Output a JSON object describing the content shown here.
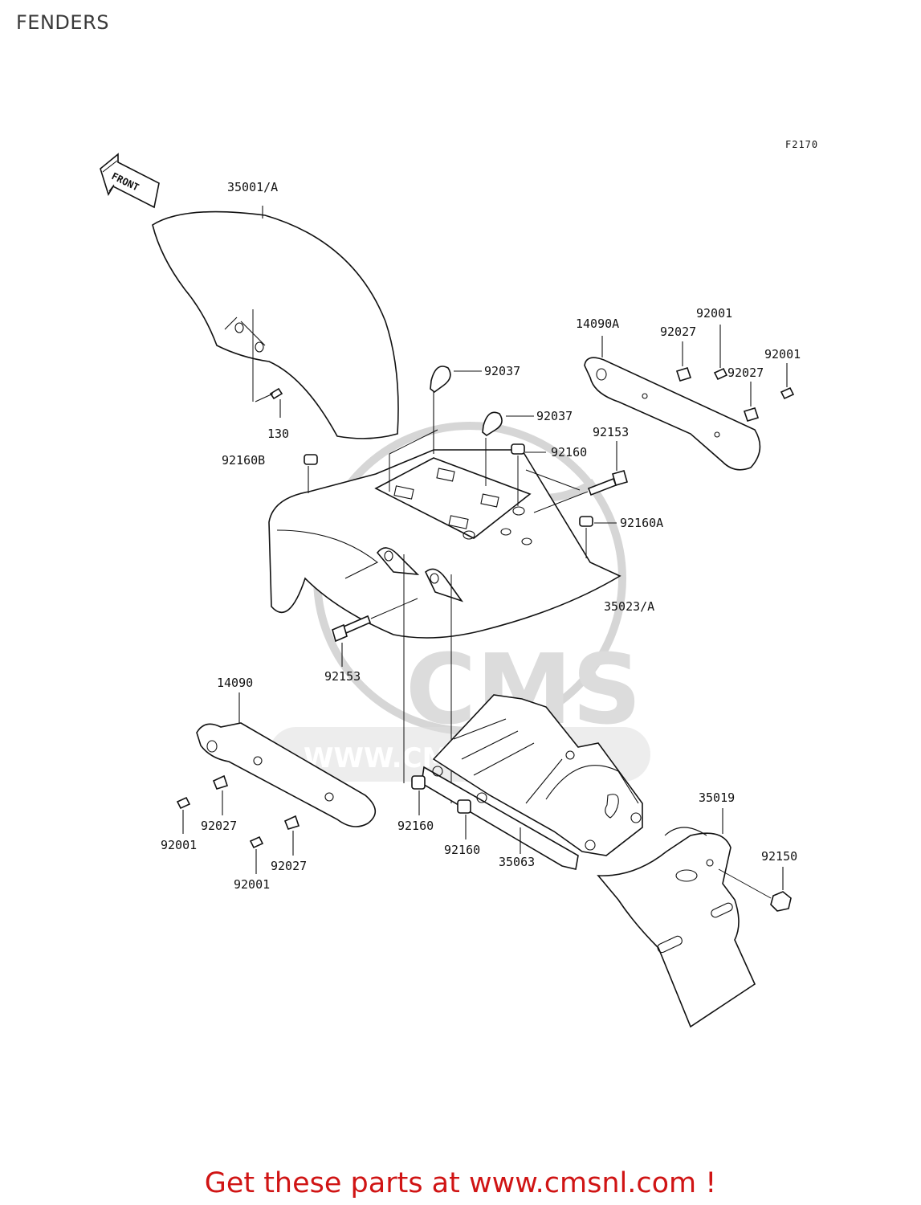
{
  "page_title": "FENDERS",
  "figure_code": "F2170",
  "front_label": "FRONT",
  "footer_text": "Get these parts at www.cmsnl.com !",
  "watermark": {
    "logo_text": "CMS",
    "url_text": "WWW.CMSNL.COM"
  },
  "callouts": [
    {
      "id": "c-35001A",
      "label": "35001/A"
    },
    {
      "id": "c-130",
      "label": "130"
    },
    {
      "id": "c-92160B",
      "label": "92160B"
    },
    {
      "id": "c-92037-a",
      "label": "92037"
    },
    {
      "id": "c-92037-b",
      "label": "92037"
    },
    {
      "id": "c-92160-top",
      "label": "92160"
    },
    {
      "id": "c-92153-top",
      "label": "92153"
    },
    {
      "id": "c-92160A",
      "label": "92160A"
    },
    {
      "id": "c-35023A",
      "label": "35023/A"
    },
    {
      "id": "c-92153-bottom",
      "label": "92153"
    },
    {
      "id": "c-14090A",
      "label": "14090A"
    },
    {
      "id": "c-92027-r1",
      "label": "92027"
    },
    {
      "id": "c-92001-r1",
      "label": "92001"
    },
    {
      "id": "c-92001-r2",
      "label": "92001"
    },
    {
      "id": "c-92027-r2",
      "label": "92027"
    },
    {
      "id": "c-14090",
      "label": "14090"
    },
    {
      "id": "c-92027-l1",
      "label": "92027"
    },
    {
      "id": "c-92001-l1",
      "label": "92001"
    },
    {
      "id": "c-92027-l2",
      "label": "92027"
    },
    {
      "id": "c-92001-l2",
      "label": "92001"
    },
    {
      "id": "c-92160-m1",
      "label": "92160"
    },
    {
      "id": "c-92160-m2",
      "label": "92160"
    },
    {
      "id": "c-35063",
      "label": "35063"
    },
    {
      "id": "c-35019",
      "label": "35019"
    },
    {
      "id": "c-92150",
      "label": "92150"
    }
  ]
}
